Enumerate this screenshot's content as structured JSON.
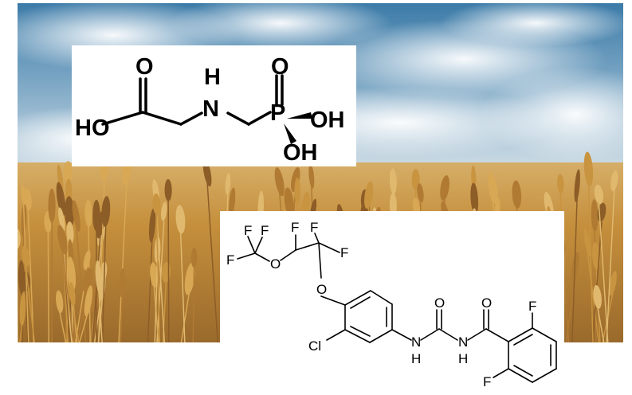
{
  "colors": {
    "sky_top": "#3f7fab",
    "sky_light": "#d9e3ea",
    "wheat_gold": "#c8963e",
    "wheat_dark": "#7a5526",
    "ink": "#000000",
    "panel": "#ffffff"
  },
  "glyphosate": {
    "oxygen_top": "O",
    "nh_h": "H",
    "nh_n": "N",
    "p_oxygen": "O",
    "phosphorus": "P",
    "ho_left": "HO",
    "oh_right": "OH",
    "oh_bottom": "OH"
  },
  "novaluron": {
    "f1": "F",
    "f2": "F",
    "f3": "F",
    "f4": "F",
    "f5": "F",
    "f6": "F",
    "o_ether1": "O",
    "o_ether2": "O",
    "cl": "Cl",
    "nh1_n": "N",
    "nh1_h": "H",
    "nh2_n": "N",
    "nh2_h": "H",
    "o_urea": "O",
    "o_amide": "O",
    "f_ortho_top": "F",
    "f_ortho_bottom": "F"
  }
}
